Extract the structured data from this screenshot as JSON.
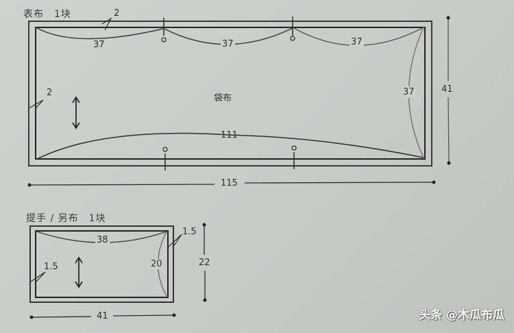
{
  "pieces": [
    {
      "title": "表布　1块",
      "center_label": "袋布",
      "seam_allowance": "2",
      "seam_allowance_left": "2",
      "top_segments": [
        "37",
        "37",
        "37"
      ],
      "side_curve": "37",
      "bottom_curve": "111",
      "total_width": "115",
      "total_height": "41"
    },
    {
      "title": "提手 / 另布　1块",
      "seam_allowance_right": "1.5",
      "seam_allowance_left": "1.5",
      "top_curve": "38",
      "side_curve": "20",
      "total_width": "41",
      "total_height": "22"
    }
  ],
  "watermark": "头条 @木瓜布瓜",
  "colors": {
    "background": "#c9cdc8",
    "line": "#2a2a2a",
    "curve": "#4a4a4a",
    "watermark": "#ffffff"
  }
}
